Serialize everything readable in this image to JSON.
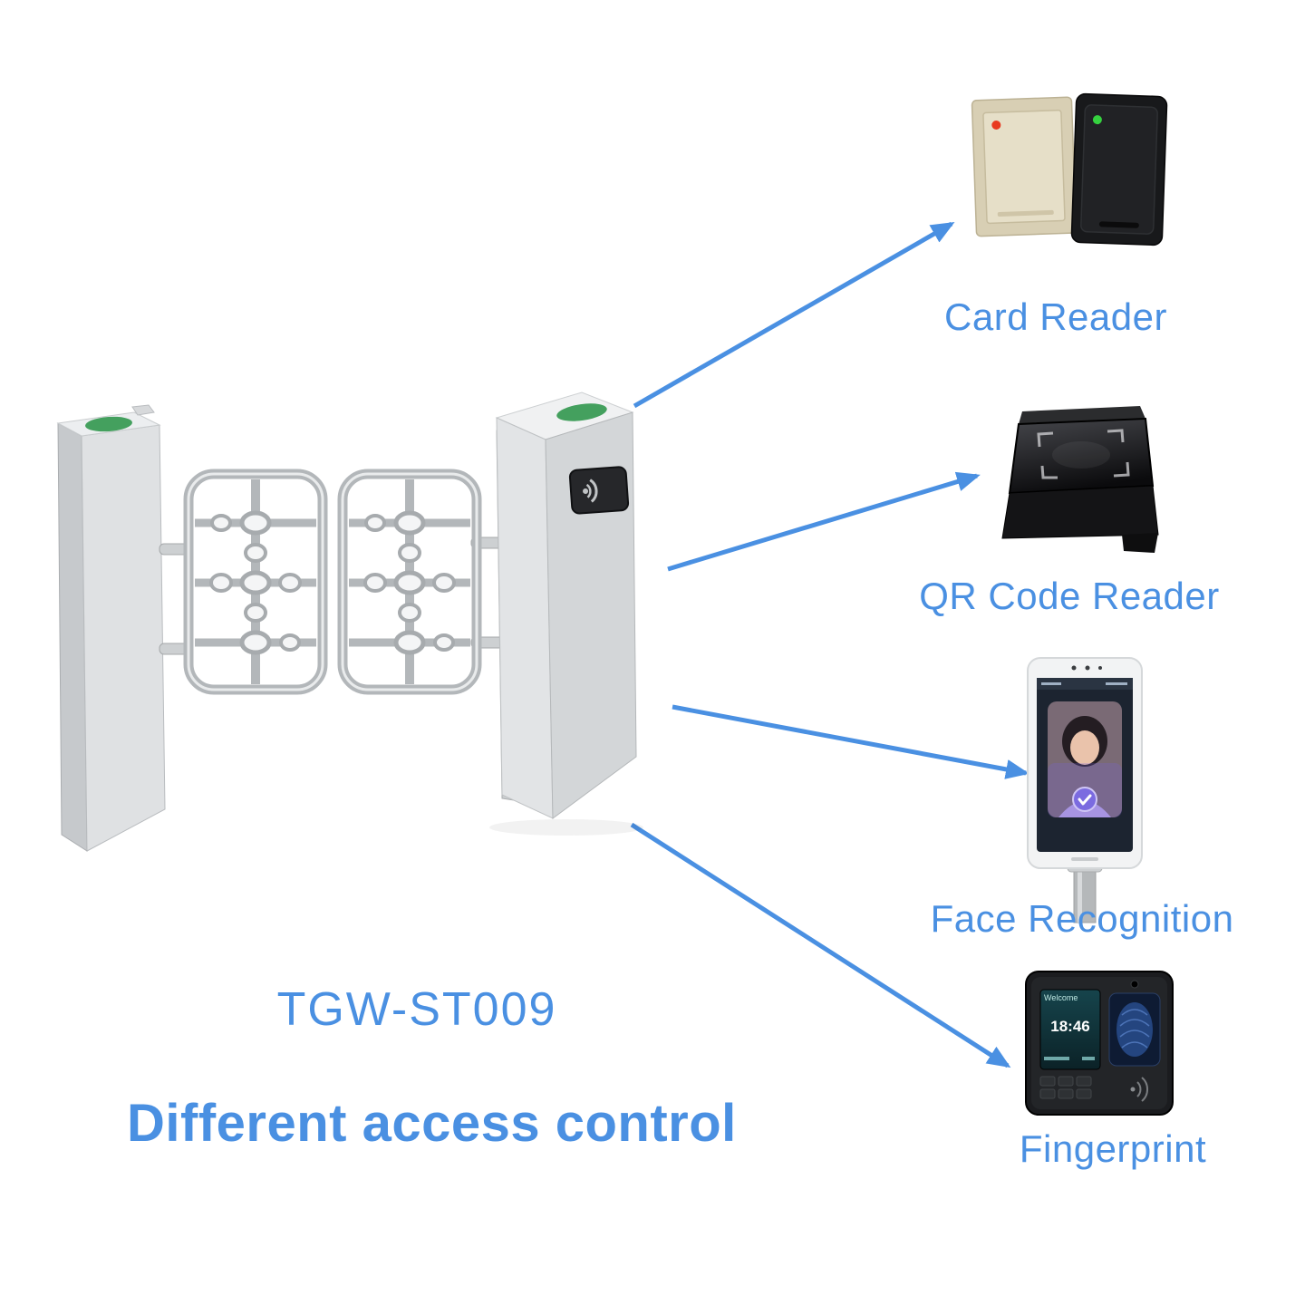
{
  "accent_color": "#4a90e2",
  "product": {
    "model": "TGW-ST009",
    "headline": "Different access control"
  },
  "devices": [
    {
      "id": "card-reader",
      "label": "Card Reader"
    },
    {
      "id": "qr-code-reader",
      "label": "QR Code Reader"
    },
    {
      "id": "face-recognition",
      "label": "Face Recognition"
    },
    {
      "id": "fingerprint",
      "label": "Fingerprint",
      "screen": {
        "greeting": "Welcome",
        "time": "18:46"
      }
    }
  ]
}
